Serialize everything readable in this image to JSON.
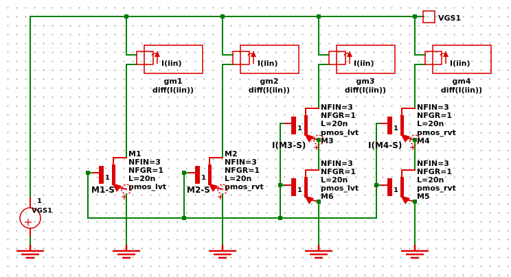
{
  "colors": {
    "wire_green": "#008000",
    "component_red": "#dc0000",
    "label_black": "#000000",
    "grid_dot_gray": "#a6a6a6",
    "col1_accent": "#2323cd",
    "col2_accent": "#9c1b1b",
    "col3_accent": "#8c1ea9",
    "col4_accent": "#0fa7c4"
  },
  "port": {
    "label": "VGS1"
  },
  "vsource": {
    "ref": "1",
    "label": "VGS1"
  },
  "columns": [
    {
      "probe_label": "I(iin)",
      "gm_label": "gm1",
      "expr_label": "diff(I(iin))",
      "accent": "#2323cd",
      "fets": [
        {
          "name": "M1",
          "params": [
            "NFIN=3",
            "NFGR=1",
            "L=20n"
          ],
          "model": "pmos_lvt",
          "gate_label": "1",
          "tag": "M1-S",
          "tag_color": "#2323cd"
        }
      ]
    },
    {
      "probe_label": "I(iin)",
      "gm_label": "gm2",
      "expr_label": "diff(I(iin))",
      "accent": "#9c1b1b",
      "fets": [
        {
          "name": "M2",
          "params": [
            "NFIN=3",
            "NFGR=1",
            "L=20n"
          ],
          "model": "pmos_rvt",
          "gate_label": "1",
          "tag": "M2-S",
          "tag_color": "#008000"
        }
      ]
    },
    {
      "probe_label": "I(iin)",
      "gm_label": "gm3",
      "expr_label": "diff(I(iin))",
      "accent": "#8c1ea9",
      "fets": [
        {
          "name": "M3",
          "params": [
            "NFIN=3",
            "NFGR=1",
            "L=20n"
          ],
          "model": "pmos_lvt",
          "gate_label": "1",
          "tag": "I(M3-S)",
          "tag_color": "#8c1ea9"
        },
        {
          "name": "M6",
          "params": [
            "NFIN=3",
            "NFGR=1",
            "L=20n"
          ],
          "model": "pmos_lvt",
          "gate_label": "1"
        }
      ]
    },
    {
      "probe_label": "I(iin)",
      "gm_label": "gm4",
      "expr_label": "diff(I(iin))",
      "accent": "#0fa7c4",
      "fets": [
        {
          "name": "M4",
          "params": [
            "NFIN=3",
            "NFGR=1",
            "L=20n"
          ],
          "model": "pmos_rvt",
          "gate_label": "1",
          "tag": "I(M4-S)",
          "tag_color": "#0fa7c4"
        },
        {
          "name": "M5",
          "params": [
            "NFIN=3",
            "NFGR=1",
            "L=20n"
          ],
          "model": "pmos_rvt",
          "gate_label": "1"
        }
      ]
    }
  ]
}
